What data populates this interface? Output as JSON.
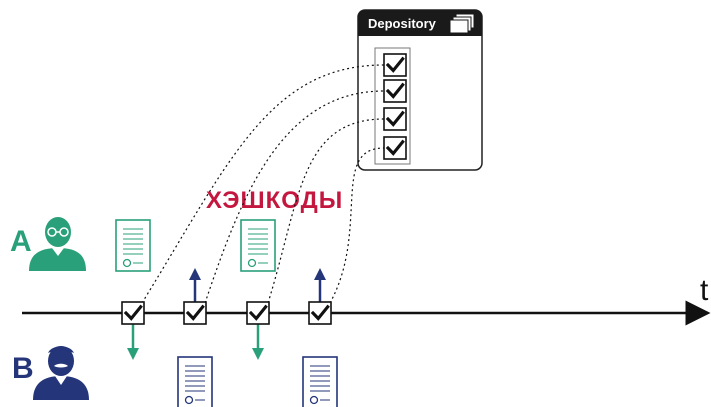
{
  "depository": {
    "title": "Depository",
    "entries": 4
  },
  "hash_label": "ХЭШКОДЫ",
  "time_label": "t",
  "participants": [
    {
      "label": "A",
      "role": "sender",
      "color": "#2aa07a"
    },
    {
      "label": "B",
      "role": "receiver",
      "color": "#24357a"
    }
  ],
  "colors": {
    "green": "#2aa07a",
    "navy": "#24357a",
    "hash_text": "#c4173f",
    "axis": "#111111"
  }
}
